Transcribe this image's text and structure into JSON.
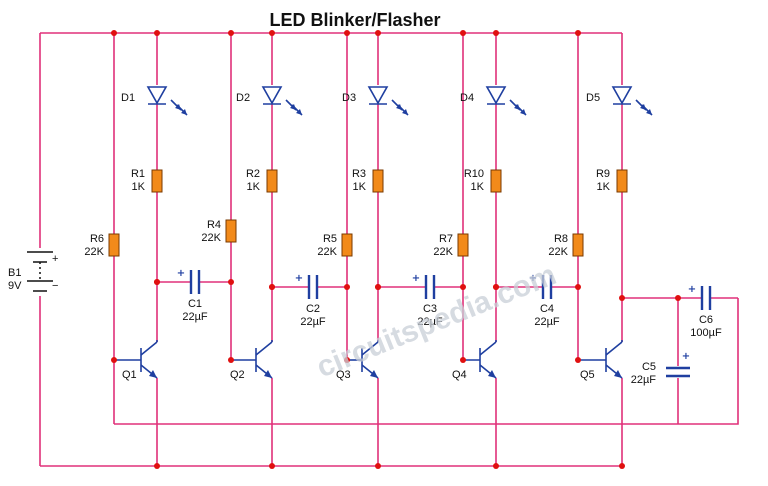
{
  "title": "LED Blinker/Flasher",
  "watermark": "circuitspedia.com",
  "colors": {
    "wire": "#e0307a",
    "component": "#1f3fa0",
    "resistor": "#f28a1a",
    "junction": "#e01010"
  },
  "battery": {
    "name": "B1",
    "value": "9V"
  },
  "leds": [
    "D1",
    "D2",
    "D3",
    "D4",
    "D5"
  ],
  "collector_resistors": [
    {
      "name": "R1",
      "value": "1K"
    },
    {
      "name": "R2",
      "value": "1K"
    },
    {
      "name": "R3",
      "value": "1K"
    },
    {
      "name": "R10",
      "value": "1K"
    },
    {
      "name": "R9",
      "value": "1K"
    }
  ],
  "base_resistors": [
    {
      "name": "R6",
      "value": "22K"
    },
    {
      "name": "R4",
      "value": "22K"
    },
    {
      "name": "R5",
      "value": "22K"
    },
    {
      "name": "R7",
      "value": "22K"
    },
    {
      "name": "R8",
      "value": "22K"
    }
  ],
  "coupling_capacitors": [
    {
      "name": "C1",
      "value": "22µF"
    },
    {
      "name": "C2",
      "value": "22µF"
    },
    {
      "name": "C3",
      "value": "22µF"
    },
    {
      "name": "C4",
      "value": "22µF"
    }
  ],
  "capacitor_c5": {
    "name": "C5",
    "value": "22µF"
  },
  "capacitor_c6": {
    "name": "C6",
    "value": "100µF"
  },
  "transistors": [
    "Q1",
    "Q2",
    "Q3",
    "Q4",
    "Q5"
  ],
  "polarity_symbol": "+",
  "negative_symbol": "−"
}
